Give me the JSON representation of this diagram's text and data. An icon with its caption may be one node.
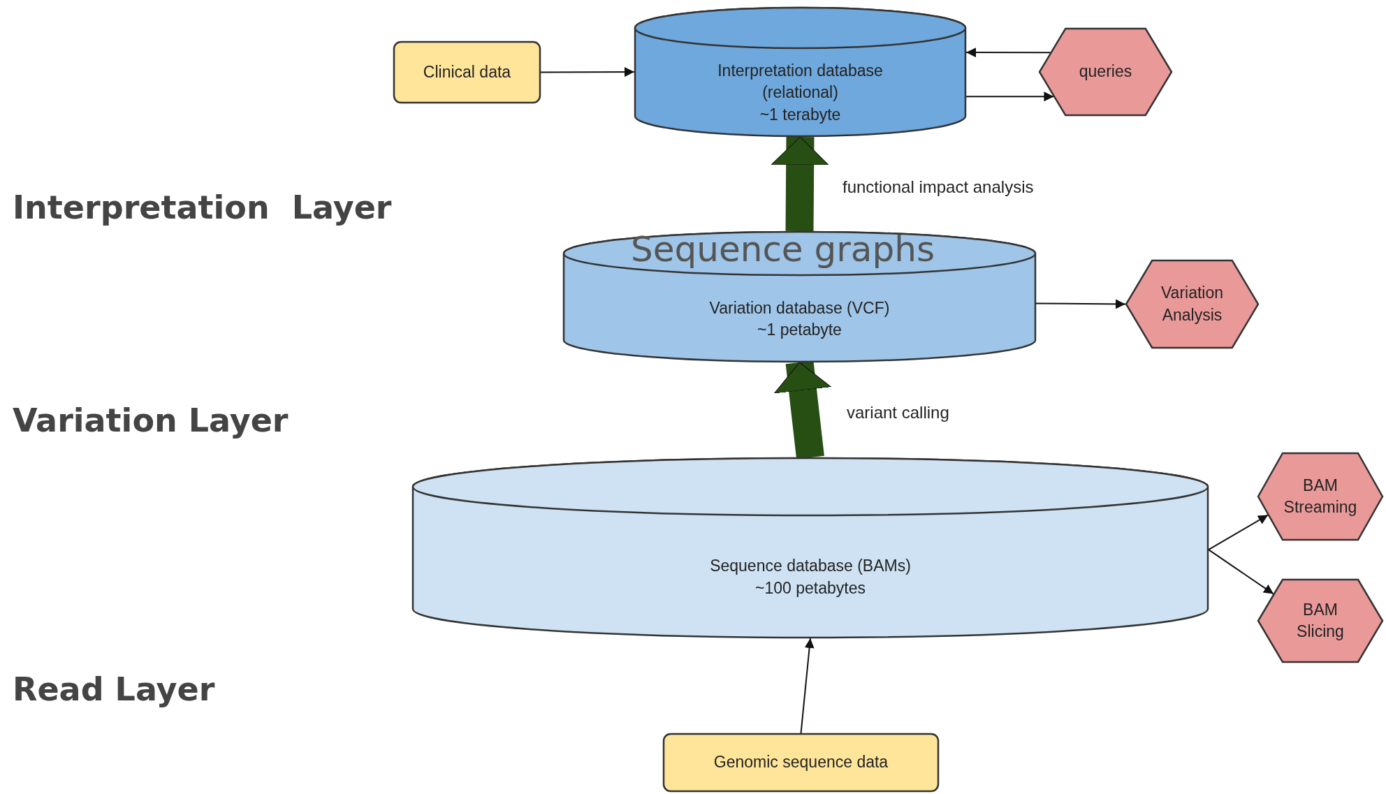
{
  "diagram": {
    "nodes": [
      {
        "text": [
          "Clinical data"
        ]
      },
      {
        "text": [
          "Interpretation database",
          "(relational)",
          "~1 terabyte"
        ]
      },
      {
        "text": [
          "queries"
        ]
      },
      {
        "text": [
          "Variation database (VCF)",
          "~1 petabyte"
        ]
      },
      {
        "text": [
          "Variation Analysis"
        ]
      },
      {
        "text": [
          "Sequence database (BAMs)",
          "~100 petabytes"
        ]
      },
      {
        "text": [
          "BAM Streaming"
        ]
      },
      {
        "text": [
          "BAM Slicing"
        ]
      },
      {
        "text": [
          "Genomic sequence data"
        ]
      }
    ],
    "edges": [
      {
        "from": 0,
        "to": 1,
        "arrow": "to"
      },
      {
        "from": 2,
        "to": 1,
        "arrow": "to"
      },
      {
        "from": 1,
        "to": 2,
        "arrow": "to"
      },
      {
        "from": 3,
        "to": 1,
        "arrow": "to",
        "label": "functional impact analysis",
        "style": "thick",
        "color": "#274e13"
      },
      {
        "from": 3,
        "to": 4,
        "arrow": "to"
      },
      {
        "from": 5,
        "to": 3,
        "arrow": "to",
        "label": "variant calling",
        "style": "thick",
        "color": "#274e13"
      },
      {
        "from": 5,
        "to": 6,
        "arrow": "to"
      },
      {
        "from": 5,
        "to": 7,
        "arrow": "to"
      },
      {
        "from": 8,
        "to": 5,
        "arrow": "to"
      }
    ],
    "labels": [
      "Interpretation  Layer",
      "Sequence graphs",
      "Variation Layer",
      "Read Layer"
    ]
  }
}
